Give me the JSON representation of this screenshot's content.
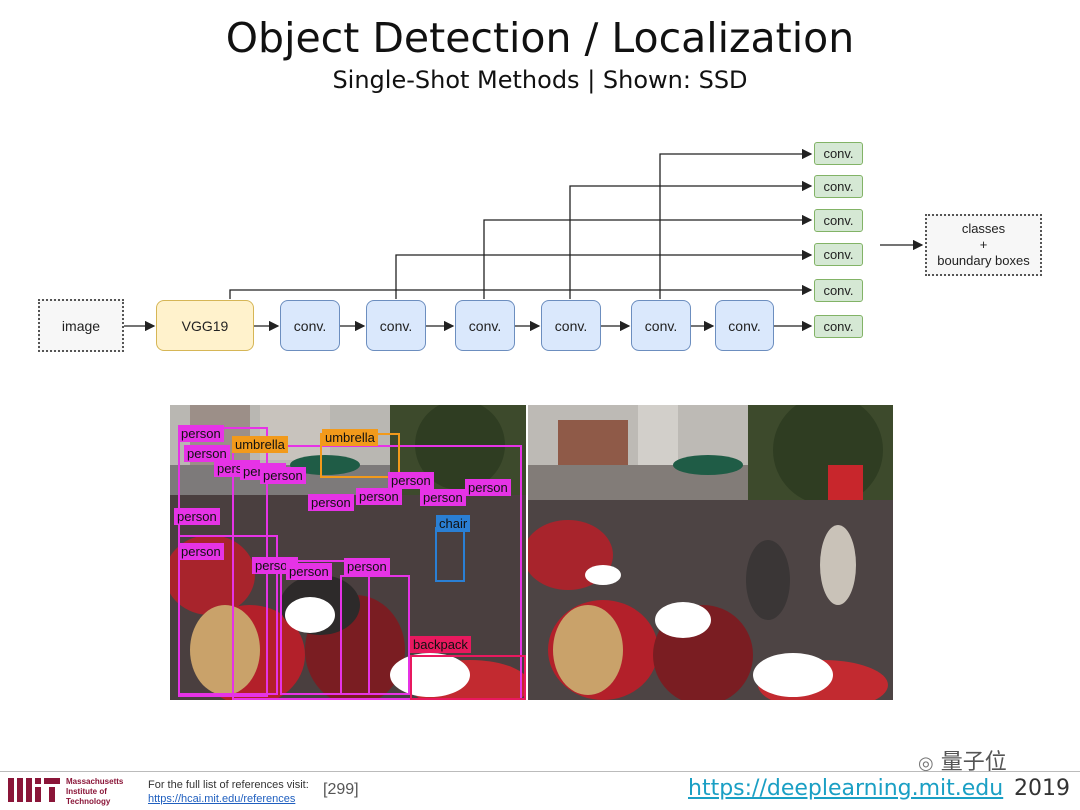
{
  "slide": {
    "title": "Object Detection / Localization",
    "subtitle": "Single-Shot Methods | Shown: SSD"
  },
  "diagram": {
    "input_label": "image",
    "backbone_label": "VGG19",
    "conv_label": "conv.",
    "output_label": "conv.",
    "result_line1": "classes",
    "result_line2": "+",
    "result_line3": "boundary boxes"
  },
  "detections": {
    "labels": [
      "person",
      "umbrella",
      "umbrella",
      "person",
      "person",
      "person",
      "person",
      "person",
      "person",
      "person",
      "person",
      "person",
      "person",
      "person",
      "chair",
      "person",
      "person",
      "person",
      "person",
      "person",
      "backpack"
    ]
  },
  "footer": {
    "mit_name": [
      "Massachusetts",
      "Institute of",
      "Technology"
    ],
    "ref_prefix": "For the full list of references visit:",
    "ref_link": "https://hcai.mit.edu/references",
    "ref_number": "[299]",
    "site_url": "https://deeplearning.mit.edu",
    "year": "2019",
    "watermark": "量子位"
  },
  "colors": {
    "person": "#e633e6",
    "umbrella": "#f29a1b",
    "chair": "#2a7fd4",
    "backpack": "#e8195e"
  }
}
